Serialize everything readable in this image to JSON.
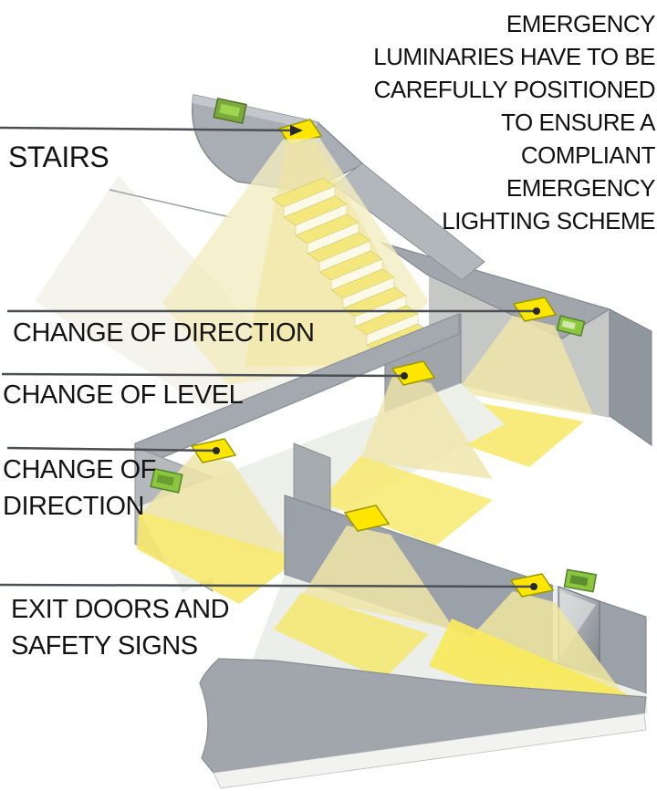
{
  "note": {
    "lines": [
      "EMERGENCY",
      "LUMINARIES HAVE TO BE",
      "CAREFULLY POSITIONED",
      "TO ENSURE A",
      "COMPLIANT",
      "EMERGENCY",
      "LIGHTING SCHEME"
    ]
  },
  "callouts": {
    "stairs": "STAIRS",
    "change_of_direction_1": "CHANGE OF DIRECTION",
    "change_of_level": "CHANGE OF LEVEL",
    "change_of_direction_2_line1": "CHANGE OF",
    "change_of_direction_2_line2": "DIRECTION",
    "exit_line1": "EXIT DOORS AND",
    "exit_line2": "SAFETY SIGNS"
  },
  "icons": {
    "luminaire": "emergency-luminaire",
    "exit_sign": "green-exit-safety-sign",
    "door": "exit-door"
  },
  "colors": {
    "luminaire_yellow": "#ffe600",
    "light_cone": "#f1e7a6",
    "light_pool": "#f7e96e",
    "exit_sign_green": "#8cc63f",
    "wall_gray": "#a4a9af",
    "leader_line": "#4b5055",
    "text": "#141414",
    "background": "#ffffff"
  }
}
